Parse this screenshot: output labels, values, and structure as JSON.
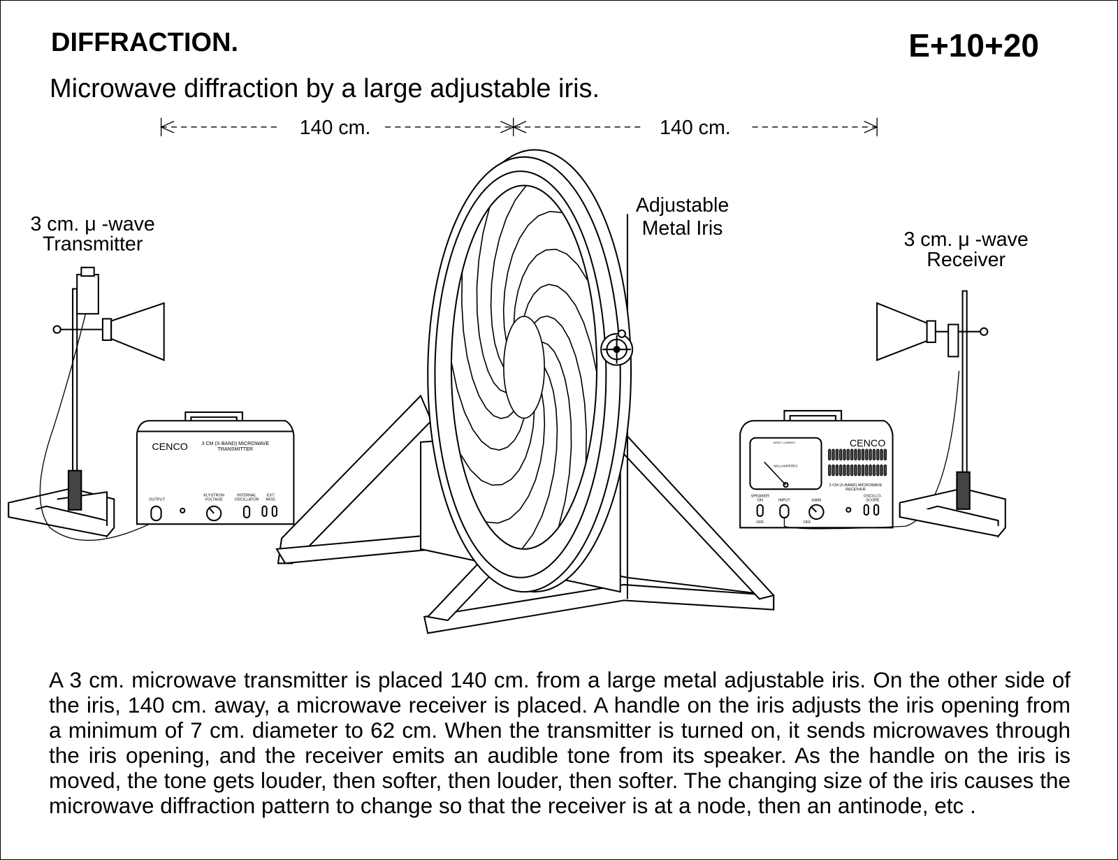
{
  "header": {
    "title": "DIFFRACTION.",
    "code": "E+10+20",
    "subtitle": "Microwave diffraction by a large adjustable iris."
  },
  "dimensions": {
    "left": "140 cm.",
    "right": "140 cm."
  },
  "labels": {
    "transmitter": [
      "3 cm. μ -wave",
      "Transmitter"
    ],
    "iris": [
      "Adjustable",
      "Metal Iris"
    ],
    "receiver": [
      "3 cm. μ -wave",
      "Receiver"
    ]
  },
  "transmitter_box": {
    "brand": "CENCO",
    "model": [
      "3 CM (X-BAND) MICROWAVE",
      "TRANSMITTER"
    ],
    "controls": [
      "OUTPUT",
      "KLYSTRON",
      "VOLTAGE",
      "INTERNAL",
      "OSCILLATOR",
      "EXT.",
      "MOD."
    ]
  },
  "receiver_box": {
    "brand": "CENCO",
    "meter": [
      "DIRECT CURRENT",
      "MILLIAMPERES"
    ],
    "model": [
      "3 CM (X-BAND) MICROWAVE",
      "RECEIVER"
    ],
    "controls": [
      "SPEAKER",
      "ON",
      "OFF",
      "INPUT",
      "GAIN",
      "OFF",
      "OSCILLO-",
      "SCOPE"
    ]
  },
  "description": "A 3 cm. microwave transmitter is placed 140 cm. from a large metal adjustable iris. On the other side of the iris, 140 cm. away, a microwave receiver is placed.  A handle on the iris adjusts the iris opening from a minimum of 7 cm. diameter to 62 cm.  When the transmitter is turned on, it sends microwaves through the iris opening, and the receiver emits an audible tone from its speaker.   As the handle on the iris is moved, the tone gets louder, then softer, then louder, then softer. The changing size of the iris causes the microwave diffraction pattern to change so that the receiver is at a node, then an antinode, etc ."
}
